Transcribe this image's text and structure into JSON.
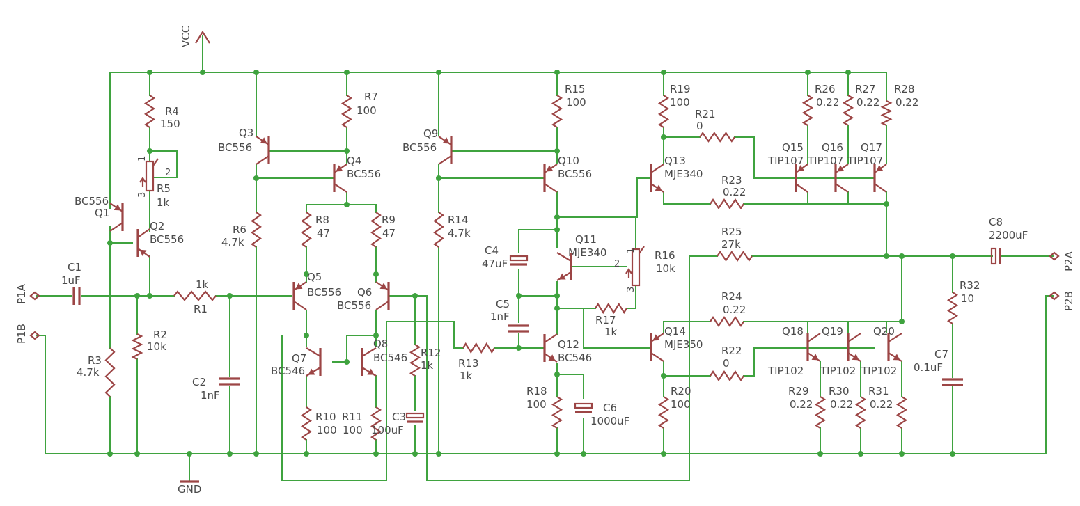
{
  "nets": {
    "vcc": "VCC",
    "gnd": "GND"
  },
  "ports": {
    "p1a": "P1A",
    "p1b": "P1B",
    "p2a": "P2A",
    "p2b": "P2B"
  },
  "components": {
    "R1": {
      "ref": "R1",
      "value": "1k"
    },
    "R2": {
      "ref": "R2",
      "value": "10k"
    },
    "R3": {
      "ref": "R3",
      "value": "4.7k"
    },
    "R4": {
      "ref": "R4",
      "value": "150"
    },
    "R5": {
      "ref": "R5",
      "value": "1k",
      "pin1": "1",
      "pin2": "2",
      "pin3": "3"
    },
    "R6": {
      "ref": "R6",
      "value": "4.7k"
    },
    "R7": {
      "ref": "R7",
      "value": "100"
    },
    "R8": {
      "ref": "R8",
      "value": "47"
    },
    "R9": {
      "ref": "R9",
      "value": "47"
    },
    "R10": {
      "ref": "R10",
      "value": "100"
    },
    "R11": {
      "ref": "R11",
      "value": "100"
    },
    "R12": {
      "ref": "R12",
      "value": "1k"
    },
    "R13": {
      "ref": "R13",
      "value": "1k"
    },
    "R14": {
      "ref": "R14",
      "value": "4.7k"
    },
    "R15": {
      "ref": "R15",
      "value": "100"
    },
    "R16": {
      "ref": "R16",
      "value": "10k",
      "pin1": "1",
      "pin2": "2",
      "pin3": "3"
    },
    "R17": {
      "ref": "R17",
      "value": "1k"
    },
    "R18": {
      "ref": "R18",
      "value": "100"
    },
    "R19": {
      "ref": "R19",
      "value": "100"
    },
    "R20": {
      "ref": "R20",
      "value": "100"
    },
    "R21": {
      "ref": "R21",
      "value": "0"
    },
    "R22": {
      "ref": "R22",
      "value": "0"
    },
    "R23": {
      "ref": "R23",
      "value": "0.22"
    },
    "R24": {
      "ref": "R24",
      "value": "0.22"
    },
    "R25": {
      "ref": "R25",
      "value": "27k"
    },
    "R26": {
      "ref": "R26",
      "value": "0.22"
    },
    "R27": {
      "ref": "R27",
      "value": "0.22"
    },
    "R28": {
      "ref": "R28",
      "value": "0.22"
    },
    "R29": {
      "ref": "R29",
      "value": "0.22"
    },
    "R30": {
      "ref": "R30",
      "value": "0.22"
    },
    "R31": {
      "ref": "R31",
      "value": "0.22"
    },
    "R32": {
      "ref": "R32",
      "value": "10"
    },
    "C1": {
      "ref": "C1",
      "value": "1uF"
    },
    "C2": {
      "ref": "C2",
      "value": "1nF"
    },
    "C3": {
      "ref": "C3",
      "value": "100uF"
    },
    "C4": {
      "ref": "C4",
      "value": "47uF"
    },
    "C5": {
      "ref": "C5",
      "value": "1nF"
    },
    "C6": {
      "ref": "C6",
      "value": "1000uF"
    },
    "C7": {
      "ref": "C7",
      "value": "0.1uF"
    },
    "C8": {
      "ref": "C8",
      "value": "2200uF"
    },
    "Q1": {
      "ref": "Q1",
      "value": "BC556"
    },
    "Q2": {
      "ref": "Q2",
      "value": "BC556"
    },
    "Q3": {
      "ref": "Q3",
      "value": "BC556"
    },
    "Q4": {
      "ref": "Q4",
      "value": "BC556"
    },
    "Q5": {
      "ref": "Q5",
      "value": "BC556"
    },
    "Q6": {
      "ref": "Q6",
      "value": "BC556"
    },
    "Q7": {
      "ref": "Q7",
      "value": "BC546"
    },
    "Q8": {
      "ref": "Q8",
      "value": "BC546"
    },
    "Q9": {
      "ref": "Q9",
      "value": "BC556"
    },
    "Q10": {
      "ref": "Q10",
      "value": "BC556"
    },
    "Q11": {
      "ref": "Q11",
      "value": "MJE340"
    },
    "Q12": {
      "ref": "Q12",
      "value": "BC546"
    },
    "Q13": {
      "ref": "Q13",
      "value": "MJE340"
    },
    "Q14": {
      "ref": "Q14",
      "value": "MJE350"
    },
    "Q15": {
      "ref": "Q15",
      "value": "TIP107"
    },
    "Q16": {
      "ref": "Q16",
      "value": "TIP107"
    },
    "Q17": {
      "ref": "Q17",
      "value": "TIP107"
    },
    "Q18": {
      "ref": "Q18",
      "value": "TIP102"
    },
    "Q19": {
      "ref": "Q19",
      "value": "TIP102"
    },
    "Q20": {
      "ref": "Q20",
      "value": "TIP102"
    }
  }
}
